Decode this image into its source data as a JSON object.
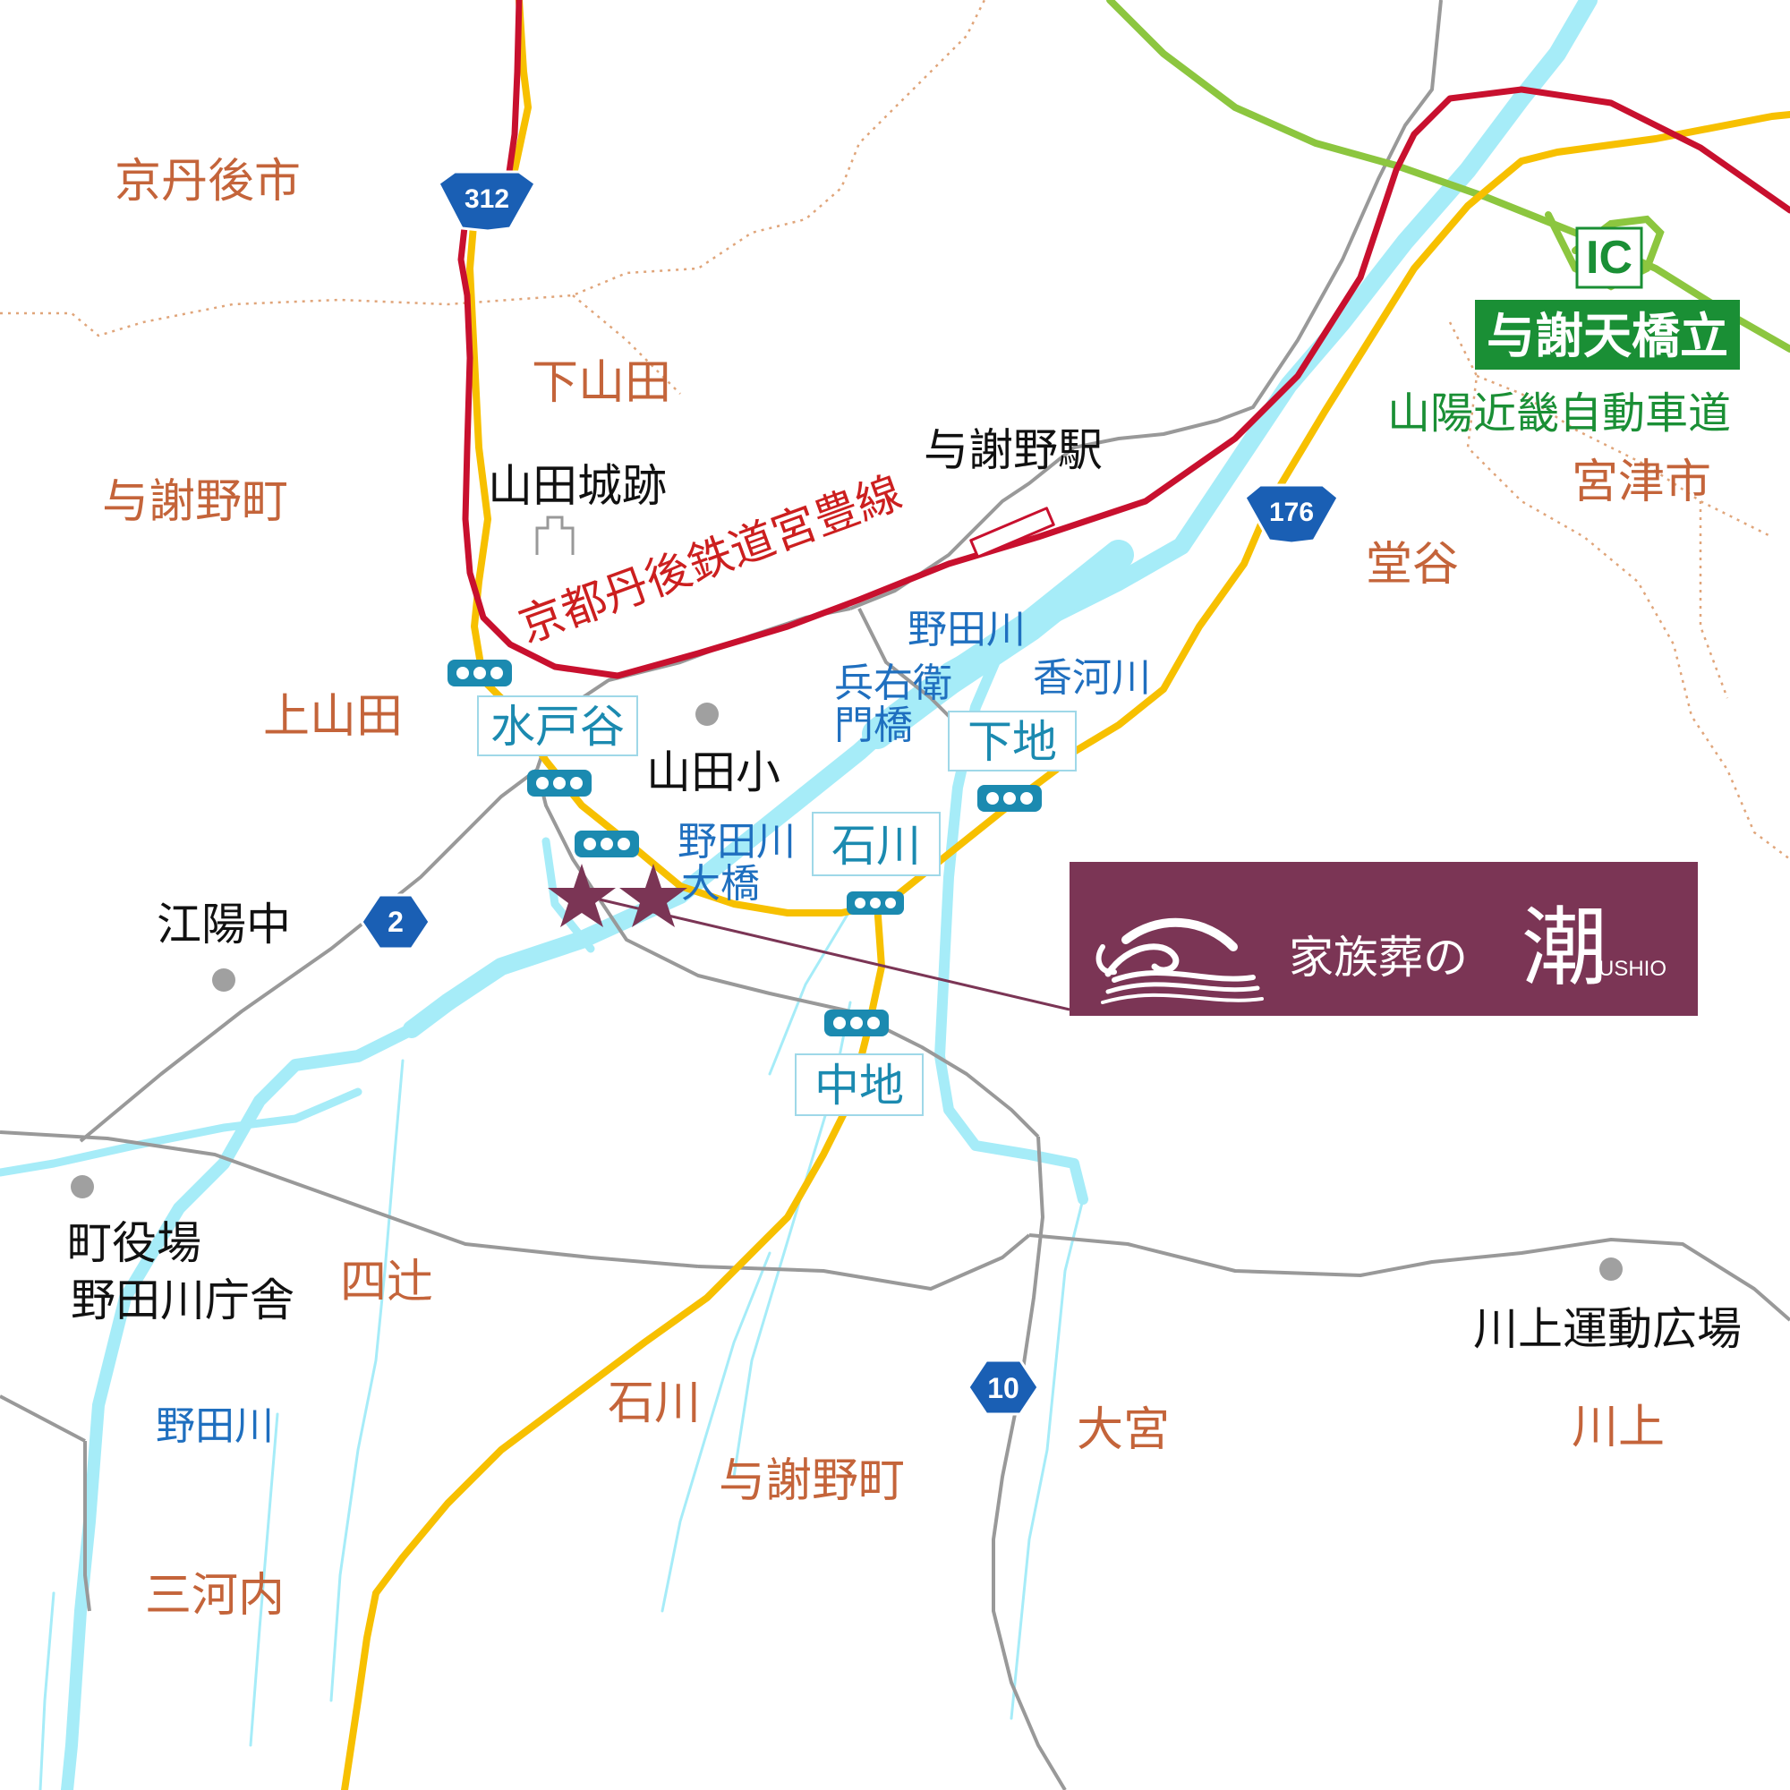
{
  "colors": {
    "river": "#a6ecf8",
    "rail": "#c8102e",
    "route": "#f7c000",
    "expressway": "#8cc63f",
    "road": "#999999",
    "boundary": "#e0a57a",
    "logo_bg": "#7b3555",
    "district_text": "#c4643a",
    "station_text": "#1b8ab0",
    "river_text": "#1f6fbf"
  },
  "districts": {
    "kyotango": "京丹後市",
    "yosano_nw": "与謝野町",
    "shimoyamada": "下山田",
    "kamiyamada": "上山田",
    "miyazu": "宮津市",
    "dotani": "堂谷",
    "yotsutsuji": "四辻",
    "ishikawa": "石川",
    "yosano_s": "与謝野町",
    "omiya": "大宮",
    "kawakami": "川上",
    "mikochi": "三河内"
  },
  "places": {
    "castle": "山田城跡",
    "yosano_station": "与謝野駅",
    "yamada_elem": "山田小",
    "koyo_jh": "江陽中",
    "town_hall_1": "町役場",
    "town_hall_2": "野田川庁舎",
    "sports_ground": "川上運動広場"
  },
  "rivers": {
    "nodagawa_n": "野田川",
    "kogawa": "香河川",
    "nodagawa_sw": "野田川"
  },
  "bridges": {
    "hyoemon_1": "兵右衛",
    "hyoemon_2": "門橋",
    "noda_ohashi_1": "野田川",
    "noda_ohashi_2": "大橋"
  },
  "intersections": {
    "mitodani": "水戸谷",
    "shimoji": "下地",
    "ishikawa": "石川",
    "nakaji": "中地"
  },
  "railway": {
    "name": "京都丹後鉄道宮豊線"
  },
  "expressway": {
    "ic_mark": "IC",
    "ic_name": "与謝天橋立",
    "name": "山陽近畿自動車道"
  },
  "routes": {
    "r312": "312",
    "r176": "176",
    "r2": "2",
    "r10": "10"
  },
  "logo": {
    "name": "家族葬の",
    "kanji": "潮",
    "roman": "USHIO"
  }
}
